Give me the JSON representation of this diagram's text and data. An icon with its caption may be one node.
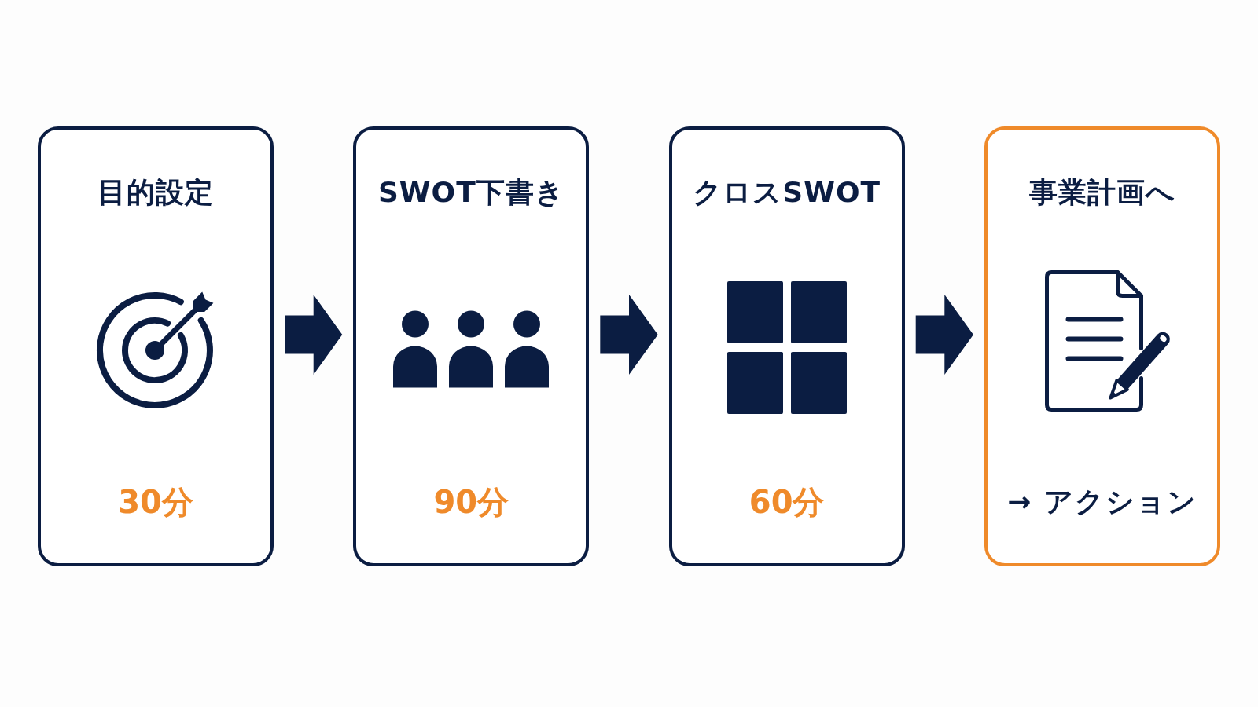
{
  "diagram": {
    "nodes": [
      {
        "text": [
          "目的設定",
          "30分"
        ]
      },
      {
        "text": [
          "SWOT下書き",
          "90分"
        ]
      },
      {
        "text": [
          "クロスSWOT",
          "60分"
        ]
      },
      {
        "text": [
          "事業計画へ",
          "→ アクション"
        ]
      }
    ],
    "edges": [
      {
        "from": 0,
        "to": 1,
        "arrow": "to"
      },
      {
        "from": 1,
        "to": 2,
        "arrow": "to"
      },
      {
        "from": 2,
        "to": 3,
        "arrow": "to"
      }
    ]
  }
}
